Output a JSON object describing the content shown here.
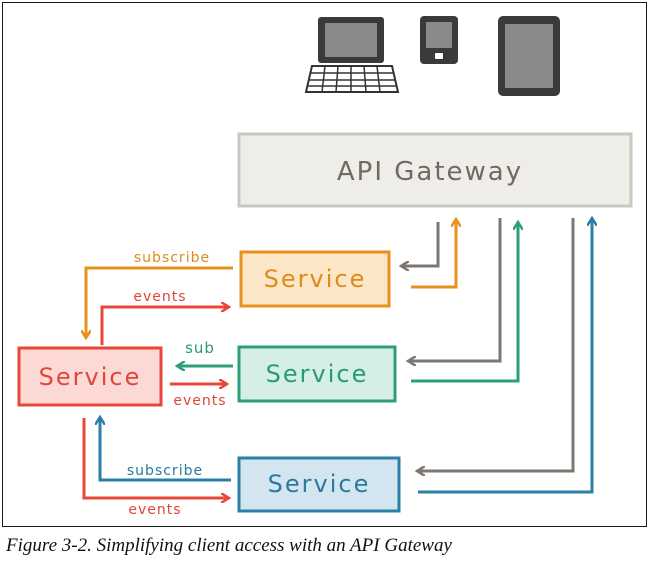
{
  "gateway": {
    "label": "API Gateway"
  },
  "services": {
    "orange": {
      "label": "Service",
      "stroke": "#e8901c",
      "fill": "#fbe6c8",
      "text": "#e08a1a"
    },
    "teal": {
      "label": "Service",
      "stroke": "#2e9e7a",
      "fill": "#d6efe4",
      "text": "#2a9a76"
    },
    "red": {
      "label": "Service",
      "stroke": "#e8473a",
      "fill": "#fcd9d4",
      "text": "#e0463a"
    },
    "blue": {
      "label": "Service",
      "stroke": "#2a7fa6",
      "fill": "#d3e6f0",
      "text": "#2a7aa0"
    }
  },
  "labels": {
    "subscribe_top": "subscribe",
    "events_top": "events",
    "sub_mid": "sub",
    "events_mid": "events",
    "subscribe_bottom": "subscribe",
    "events_bottom": "events"
  },
  "devices": [
    "desktop-computer-icon",
    "phone-icon",
    "tablet-icon"
  ],
  "colors": {
    "gray_arrow": "#7d7770",
    "gateway_fill": "#eeede8",
    "gateway_stroke": "#c9c7c1"
  },
  "caption": "Figure 3-2. Simplifying client access with an API Gateway"
}
